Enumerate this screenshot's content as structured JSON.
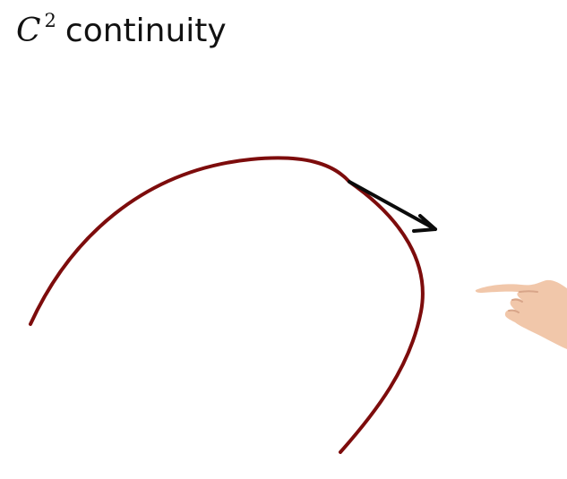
{
  "title": {
    "symbol": "C",
    "superscript": "2",
    "text": "continuity"
  },
  "colors": {
    "curve": "#7d0c0c",
    "tangent_arrow": "#0b0b0b",
    "title": "#111111",
    "hand_skin": "#f1c7aa",
    "background": "#ffffff"
  },
  "icons": {
    "pointing_hand": "pointing-hand-icon",
    "tangent_arrow": "tangent-arrow-icon"
  }
}
